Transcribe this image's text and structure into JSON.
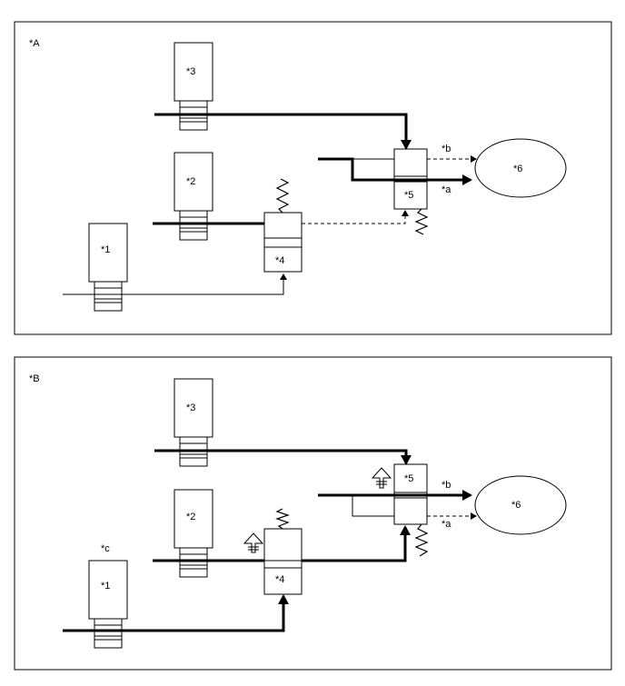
{
  "panels": {
    "A": {
      "label": "*A",
      "labels": {
        "c3": "*3",
        "c2": "*2",
        "c1": "*1",
        "c4": "*4",
        "c5": "*5",
        "c6": "*6",
        "a": "*a",
        "b": "*b"
      }
    },
    "B": {
      "label": "*B",
      "labels": {
        "c3": "*3",
        "c2": "*2",
        "c1": "*1",
        "c4": "*4",
        "c5": "*5",
        "c6": "*6",
        "a": "*a",
        "b": "*b",
        "c": "*c"
      }
    }
  }
}
